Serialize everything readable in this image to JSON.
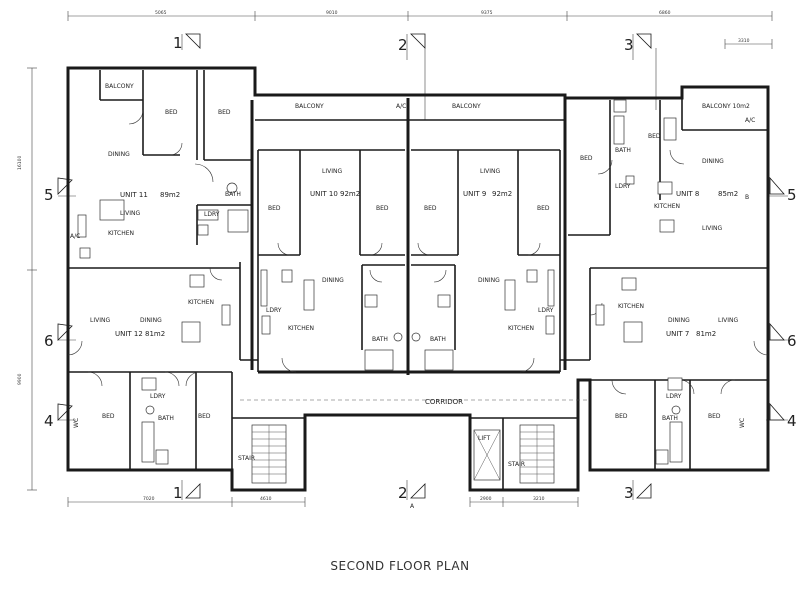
{
  "title": "SECOND FLOOR PLAN",
  "units": [
    {
      "name": "UNIT 11",
      "area": "89m2"
    },
    {
      "name": "UNIT 10",
      "area": "92m2"
    },
    {
      "name": "UNIT 9",
      "area": "92m2"
    },
    {
      "name": "UNIT 8",
      "area": "85m2"
    },
    {
      "name": "UNIT 12",
      "area": "81m2"
    },
    {
      "name": "UNIT 7",
      "area": "81m2"
    }
  ],
  "room_labels": {
    "balcony": "BALCONY",
    "bed": "BED",
    "bath": "BATH",
    "dining": "DINING",
    "living": "LIVING",
    "kitchen": "KITCHEN",
    "ldry": "LDRY",
    "ac": "A/C",
    "corridor": "CORRIDOR",
    "lift": "LIFT",
    "stair": "STAIR",
    "wc": "WC"
  },
  "balcony_unit8": "BALCONY 10m2",
  "grid_labels": {
    "one": "1",
    "two": "2",
    "three": "3",
    "four": "4",
    "five": "5",
    "six": "6",
    "a": "A",
    "b": "B"
  },
  "dimensions": {
    "top": [
      "5065",
      "9010",
      "9375",
      "6860",
      "3310"
    ],
    "left": [
      "16100",
      "9900"
    ],
    "bottom_left": [
      "7020",
      "4610"
    ],
    "bottom_mid": [
      "2900",
      "3210"
    ]
  }
}
